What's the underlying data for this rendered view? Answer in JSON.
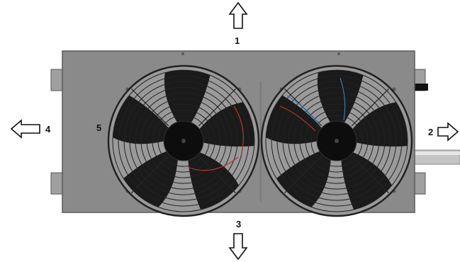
{
  "labels": {
    "top": "1",
    "right": "2",
    "bottom": "3",
    "left": "4",
    "fan": "5"
  },
  "colors": {
    "housing": "#8a8a8a",
    "housing_edge": "#5a5a5a",
    "fan_blade": "#1a1a1a",
    "guard": "#222222",
    "arrow_stroke": "#111111",
    "pipe": "#bdbdbd",
    "wire_red": "#b03a2e",
    "wire_blue": "#3a78b0"
  },
  "icons": {
    "arrow_up": "arrow-up-icon",
    "arrow_down": "arrow-down-icon",
    "arrow_left": "arrow-left-icon",
    "arrow_right": "arrow-right-icon"
  }
}
